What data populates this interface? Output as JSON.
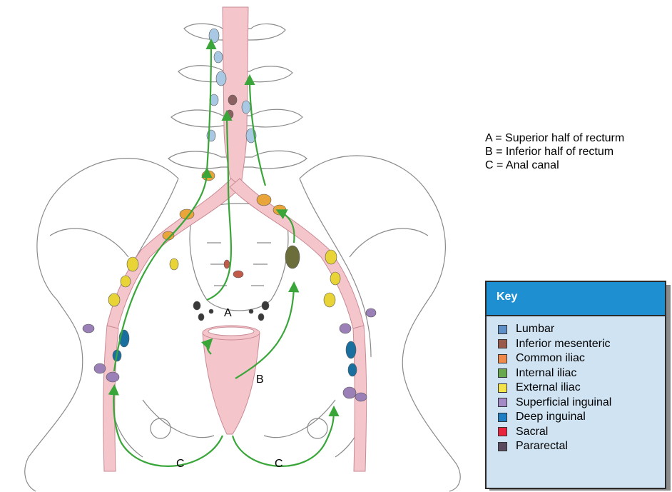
{
  "routes": {
    "A": "A = Superior half of recturm",
    "B": "B = Inferior half of rectum",
    "C": "C = Anal canal"
  },
  "labels": {
    "a": "A",
    "b": "B",
    "c1": "C",
    "c2": "C"
  },
  "key": {
    "title": "Key",
    "items": [
      {
        "label": "Lumbar",
        "color": "#5f8fc7"
      },
      {
        "label": "Inferior mesenteric",
        "color": "#9a5a4a"
      },
      {
        "label": "Common iliac",
        "color": "#f08a4b"
      },
      {
        "label": "Internal iliac",
        "color": "#6aa84f"
      },
      {
        "label": "External iliac",
        "color": "#f3e24a"
      },
      {
        "label": "Superficial inguinal",
        "color": "#a48ac6"
      },
      {
        "label": "Deep inguinal",
        "color": "#1e7fc4"
      },
      {
        "label": "Sacral",
        "color": "#e8253c"
      },
      {
        "label": "Pararectal",
        "color": "#5a4a5e"
      }
    ]
  },
  "colors": {
    "vessel": "#f4c6cc",
    "arrow": "#3aa63a",
    "bone_stroke": "#8a8a8a",
    "node_yellow": "#e8d437",
    "node_orange": "#e9a43a",
    "node_purple": "#9b80b8",
    "node_blue": "#1a6f9f",
    "node_olive": "#6b6e3a",
    "node_lightblue": "#a9c8e4"
  }
}
